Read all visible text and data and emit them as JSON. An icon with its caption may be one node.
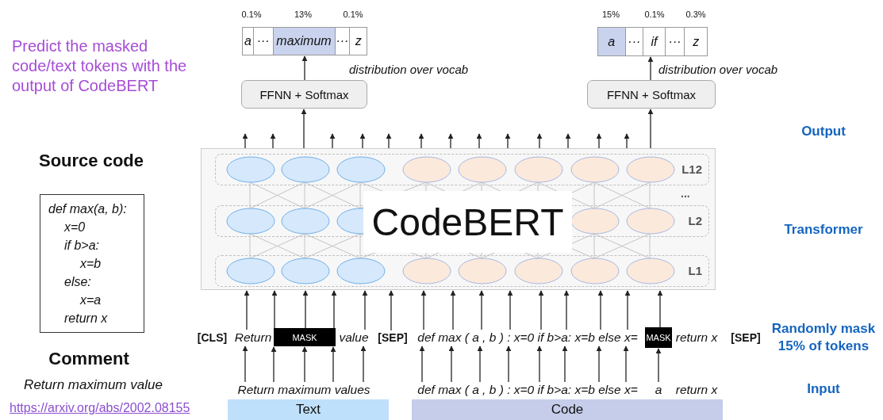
{
  "diagram": {
    "nodes": [
      {
        "text": [
          "a",
          "···",
          "maximum",
          "···",
          "z"
        ],
        "beside": [
          "0.1%",
          "13%",
          "0.1%"
        ]
      },
      {
        "text": [
          "a",
          "···",
          "if",
          "···",
          "z"
        ],
        "beside": [
          "15%",
          "0.1%",
          "0.3%"
        ]
      },
      {
        "text": [
          "FFNN + Softmax"
        ]
      },
      {
        "text": [
          "FFNN + Softmax"
        ]
      },
      {
        "text": [],
        "shape": "box"
      },
      {
        "text": [
          "L12"
        ],
        "in": 4
      },
      {
        "text": [
          "L2"
        ],
        "in": 4
      },
      {
        "text": [
          "L1"
        ],
        "in": 4
      },
      {
        "text": [
          "Source code",
          "def max(a, b):",
          "x=0",
          "if b>a:",
          "x=b",
          "else:",
          "x=a",
          "return x"
        ]
      },
      {
        "text": [
          "[CLS]"
        ]
      },
      {
        "text": [
          "Return"
        ]
      },
      {
        "text": [
          "MASK"
        ]
      },
      {
        "text": [
          "value"
        ]
      },
      {
        "text": [
          "[SEP]"
        ]
      },
      {
        "text": [
          "def max ( a , b ) : x=0 if b>a: x=b else x="
        ]
      },
      {
        "text": [
          "MASK"
        ]
      },
      {
        "text": [
          "return x"
        ]
      },
      {
        "text": [
          "[SEP]"
        ]
      },
      {
        "text": [
          "Return maximum values"
        ]
      },
      {
        "text": [
          "def max ( a , b ) : x=0 if b>a: x=b else x="
        ]
      },
      {
        "text": [
          "a"
        ]
      },
      {
        "text": [
          "return x"
        ]
      },
      {
        "text": [
          "Text"
        ]
      },
      {
        "text": [
          "Code"
        ]
      },
      {
        "text": [
          "CodeBERT"
        ],
        "in": 4
      }
    ],
    "edges": [
      {
        "from": 2,
        "to": 0,
        "arrow": "to"
      },
      {
        "from": 3,
        "to": 1,
        "arrow": "to"
      },
      {
        "from": 4,
        "to": null,
        "arrow": "to"
      },
      {
        "from": 4,
        "to": null,
        "arrow": "to"
      },
      {
        "from": 4,
        "to": 2,
        "arrow": "to"
      },
      {
        "from": 4,
        "to": null,
        "arrow": "to"
      },
      {
        "from": 4,
        "to": null,
        "arrow": "to"
      },
      {
        "from": 4,
        "to": null,
        "arrow": "to"
      },
      {
        "from": 4,
        "to": null,
        "arrow": "to"
      },
      {
        "from": 4,
        "to": null,
        "arrow": "to"
      },
      {
        "from": 4,
        "to": null,
        "arrow": "to"
      },
      {
        "from": 4,
        "to": null,
        "arrow": "to"
      },
      {
        "from": 4,
        "to": null,
        "arrow": "to"
      },
      {
        "from": 4,
        "to": null,
        "arrow": "to"
      },
      {
        "from": 4,
        "to": null,
        "arrow": "to"
      },
      {
        "from": 4,
        "to": null,
        "arrow": "to"
      },
      {
        "from": 4,
        "to": 3,
        "arrow": "to"
      },
      {
        "from": 10,
        "to": 4,
        "arrow": "to"
      },
      {
        "from": 11,
        "to": 4,
        "arrow": "to"
      },
      {
        "from": 11,
        "to": 4,
        "arrow": "to"
      },
      {
        "from": 11,
        "to": 4,
        "arrow": "to"
      },
      {
        "from": 12,
        "to": 4,
        "arrow": "to"
      },
      {
        "from": 13,
        "to": 4,
        "arrow": "to"
      },
      {
        "from": 14,
        "to": 4,
        "arrow": "to"
      },
      {
        "from": 14,
        "to": 4,
        "arrow": "to"
      },
      {
        "from": 14,
        "to": 4,
        "arrow": "to"
      },
      {
        "from": 14,
        "to": 4,
        "arrow": "to"
      },
      {
        "from": 14,
        "to": 4,
        "arrow": "to"
      },
      {
        "from": 14,
        "to": 4,
        "arrow": "to"
      },
      {
        "from": 14,
        "to": 4,
        "arrow": "to"
      },
      {
        "from": 14,
        "to": 4,
        "arrow": "to"
      },
      {
        "from": 15,
        "to": 4,
        "arrow": "to"
      },
      {
        "from": 18,
        "to": 10,
        "arrow": "to"
      },
      {
        "from": 18,
        "to": 11,
        "arrow": "to"
      },
      {
        "from": 18,
        "to": 11,
        "arrow": "to"
      },
      {
        "from": 18,
        "to": 11,
        "arrow": "to"
      },
      {
        "from": 18,
        "to": 12,
        "arrow": "to"
      },
      {
        "from": 19,
        "to": 14,
        "arrow": "to"
      },
      {
        "from": 19,
        "to": 14,
        "arrow": "to"
      },
      {
        "from": 19,
        "to": 14,
        "arrow": "to"
      },
      {
        "from": 19,
        "to": 14,
        "arrow": "to"
      },
      {
        "from": 19,
        "to": 14,
        "arrow": "to"
      },
      {
        "from": 19,
        "to": 14,
        "arrow": "to"
      },
      {
        "from": 19,
        "to": 14,
        "arrow": "to"
      },
      {
        "from": 19,
        "to": 14,
        "arrow": "to"
      },
      {
        "from": 20,
        "to": 15,
        "arrow": "to"
      }
    ],
    "labels": [
      "Predict the masked code/text tokens with the output of CodeBERT",
      "distribution over vocab",
      "distribution over vocab",
      "Output",
      "...",
      "Transformer",
      "Comment",
      "Return maximum value",
      "Randomly mask 15% of tokens",
      "Input",
      "https://arxiv.org/abs/2002.08155"
    ]
  }
}
